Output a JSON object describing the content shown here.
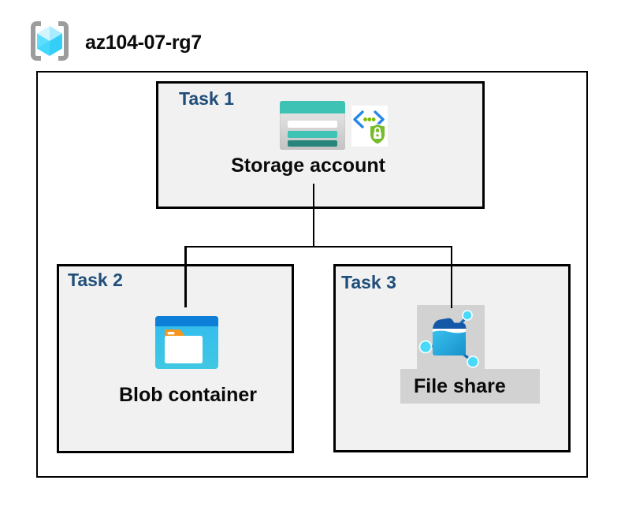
{
  "header": {
    "resource_group_name": "az104-07-rg7",
    "icon": "resource-group-icon"
  },
  "diagram": {
    "tasks": [
      {
        "label": "Task 1",
        "resource": "Storage account",
        "icons": [
          "storage-account-icon",
          "secured-endpoint-icon"
        ]
      },
      {
        "label": "Task 2",
        "resource": "Blob container",
        "icons": [
          "blob-container-icon"
        ]
      },
      {
        "label": "Task 3",
        "resource": "File share",
        "icons": [
          "file-share-icon"
        ]
      }
    ],
    "connections": [
      {
        "from": "Storage account",
        "to": "Blob container"
      },
      {
        "from": "Storage account",
        "to": "File share"
      }
    ]
  },
  "colors": {
    "task_label_navy": "#1F4E79",
    "task_box_fill": "#F1F1F1",
    "diagram_border": "#000000",
    "storage_teal": "#3DC2B3",
    "storage_teal_dark": "#27857B",
    "blob_header_blue": "#0E7FD9",
    "blob_body_blue": "#38BFEE",
    "folder_tab_orange": "#F79420",
    "file_share_folder_blue": "#1E9CD6",
    "file_share_flap_blue": "#1459A8",
    "network_dot_blue": "#4ADAF9",
    "shield_green": "#76BC2D",
    "code_bracket_blue": "#2787E8",
    "rg_bracket_gray": "#9C9C9C",
    "rg_cube_blue": "#50E6FF",
    "highlight_gray": "#D2D2D2"
  }
}
